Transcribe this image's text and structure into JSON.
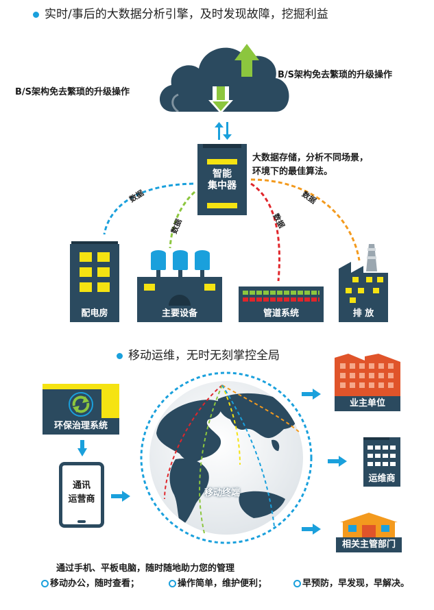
{
  "section1": {
    "heading": "实时/事后的大数据分析引擎，及时发现故障，挖掘利益"
  },
  "cloud": {
    "left_label": "B/S架构免去繁琐的升级操作",
    "right_label": "B/S架构免去繁琐的升级操作"
  },
  "concentrator": {
    "title_line1": "智能",
    "title_line2": "集中器",
    "desc_line1": "大数据存储，分析不同场景，",
    "desc_line2": "环境下的最佳算法。"
  },
  "links": {
    "label1": "数据",
    "label2": "数据",
    "label3": "数据",
    "label4": "数据"
  },
  "facilities": [
    {
      "label": "配电房"
    },
    {
      "label": "主要设备"
    },
    {
      "label": "管道系统"
    },
    {
      "label": "排 放"
    }
  ],
  "section2": {
    "heading": "移动运维，无时无刻掌控全局"
  },
  "env_system": {
    "label": "环保治理系统"
  },
  "phone": {
    "line1": "通讯",
    "line2": "运营商"
  },
  "globe": {
    "label": "移动终端"
  },
  "targets": [
    {
      "label": "业主单位"
    },
    {
      "label": "运维商"
    },
    {
      "label": "相关主管部门"
    }
  ],
  "footer": {
    "line1": "通过手机、平板电脑，随时随地助力您的管理",
    "items": [
      "移动办公，随时查看；",
      "操作简单，维护便利；",
      "早预防，早发现，早解决。"
    ]
  },
  "colors": {
    "accent_blue": "#1aa0dc",
    "dark_slate": "#2b4a5f",
    "yellow": "#f5e312",
    "green_arrow": "#8cc63e",
    "red": "#e0262b",
    "orange": "#f39a1e",
    "building_red": "#e0542a"
  }
}
